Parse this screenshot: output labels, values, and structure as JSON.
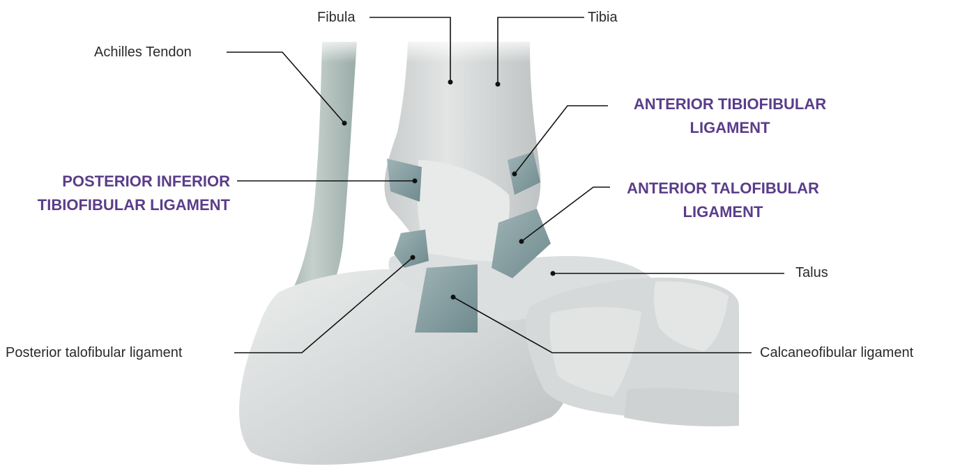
{
  "colors": {
    "emphasis_label": "#5a3d8a",
    "plain_label": "#2a2a2a",
    "leader_line": "#111111",
    "bone": "#d9dcdc",
    "ligament": "#8aa3a6"
  },
  "labels": {
    "fibula": "Fibula",
    "tibia": "Tibia",
    "achilles_tendon": "Achilles Tendon",
    "anterior_tibiofibular": {
      "line1": "ANTERIOR TIBIOFIBULAR",
      "line2": "LIGAMENT"
    },
    "posterior_inferior_tibiofibular": {
      "line1": "POSTERIOR INFERIOR",
      "line2": "TIBIOFIBULAR LIGAMENT"
    },
    "anterior_talofibular": {
      "line1": "ANTERIOR TALOFIBULAR",
      "line2": "LIGAMENT"
    },
    "talus": "Talus",
    "posterior_talofibular": "Posterior talofibular ligament",
    "calcaneofibular": "Calcaneofibular ligament"
  }
}
